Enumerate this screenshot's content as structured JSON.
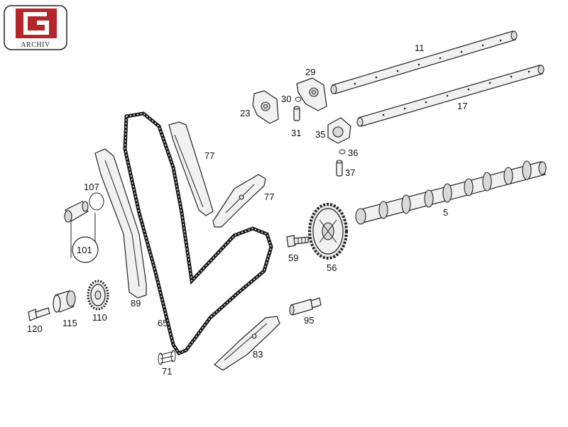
{
  "logo": {
    "letter": "G",
    "text": "ARCHIV",
    "accent_color": "#b3262a"
  },
  "labels": {
    "p5": "5",
    "p11": "11",
    "p17": "17",
    "p23": "23",
    "p29": "29",
    "p30": "30",
    "p31": "31",
    "p35": "35",
    "p36": "36",
    "p37": "37",
    "p56": "56",
    "p59": "59",
    "p65": "65",
    "p71": "71",
    "p77a": "77",
    "p77b": "77",
    "p83": "83",
    "p89": "89",
    "p95": "95",
    "p101": "101",
    "p107": "107",
    "p110": "110",
    "p115": "115",
    "p120": "120"
  }
}
